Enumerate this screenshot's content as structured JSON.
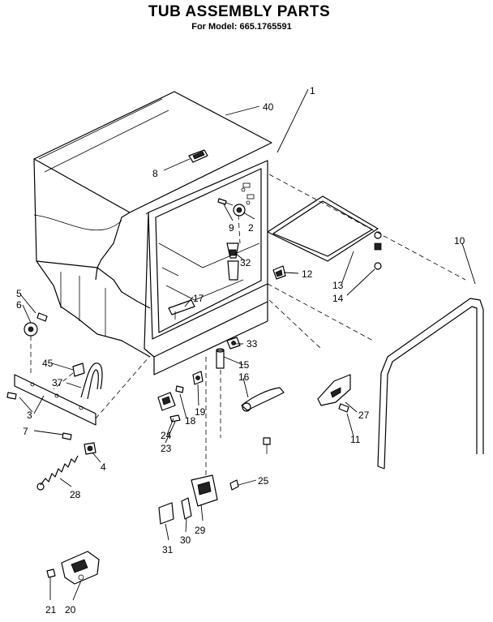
{
  "header": {
    "title": "TUB ASSEMBLY PARTS",
    "subtitle": "For Model: 665.1765591"
  },
  "callouts": {
    "c1": "1",
    "c2": "2",
    "c3": "3",
    "c4": "4",
    "c5": "5",
    "c6": "6",
    "c7": "7",
    "c8": "8",
    "c9": "9",
    "c10": "10",
    "c11": "11",
    "c12": "12",
    "c13": "13",
    "c14": "14",
    "c15": "15",
    "c16": "16",
    "c17": "17",
    "c18": "18",
    "c19": "19",
    "c20": "20",
    "c21": "21",
    "c23": "23",
    "c24": "24",
    "c25": "25",
    "c27": "27",
    "c28": "28",
    "c29": "29",
    "c30": "30",
    "c31": "31",
    "c32": "32",
    "c33": "33",
    "c37": "37",
    "c40": "40",
    "c45": "45"
  }
}
